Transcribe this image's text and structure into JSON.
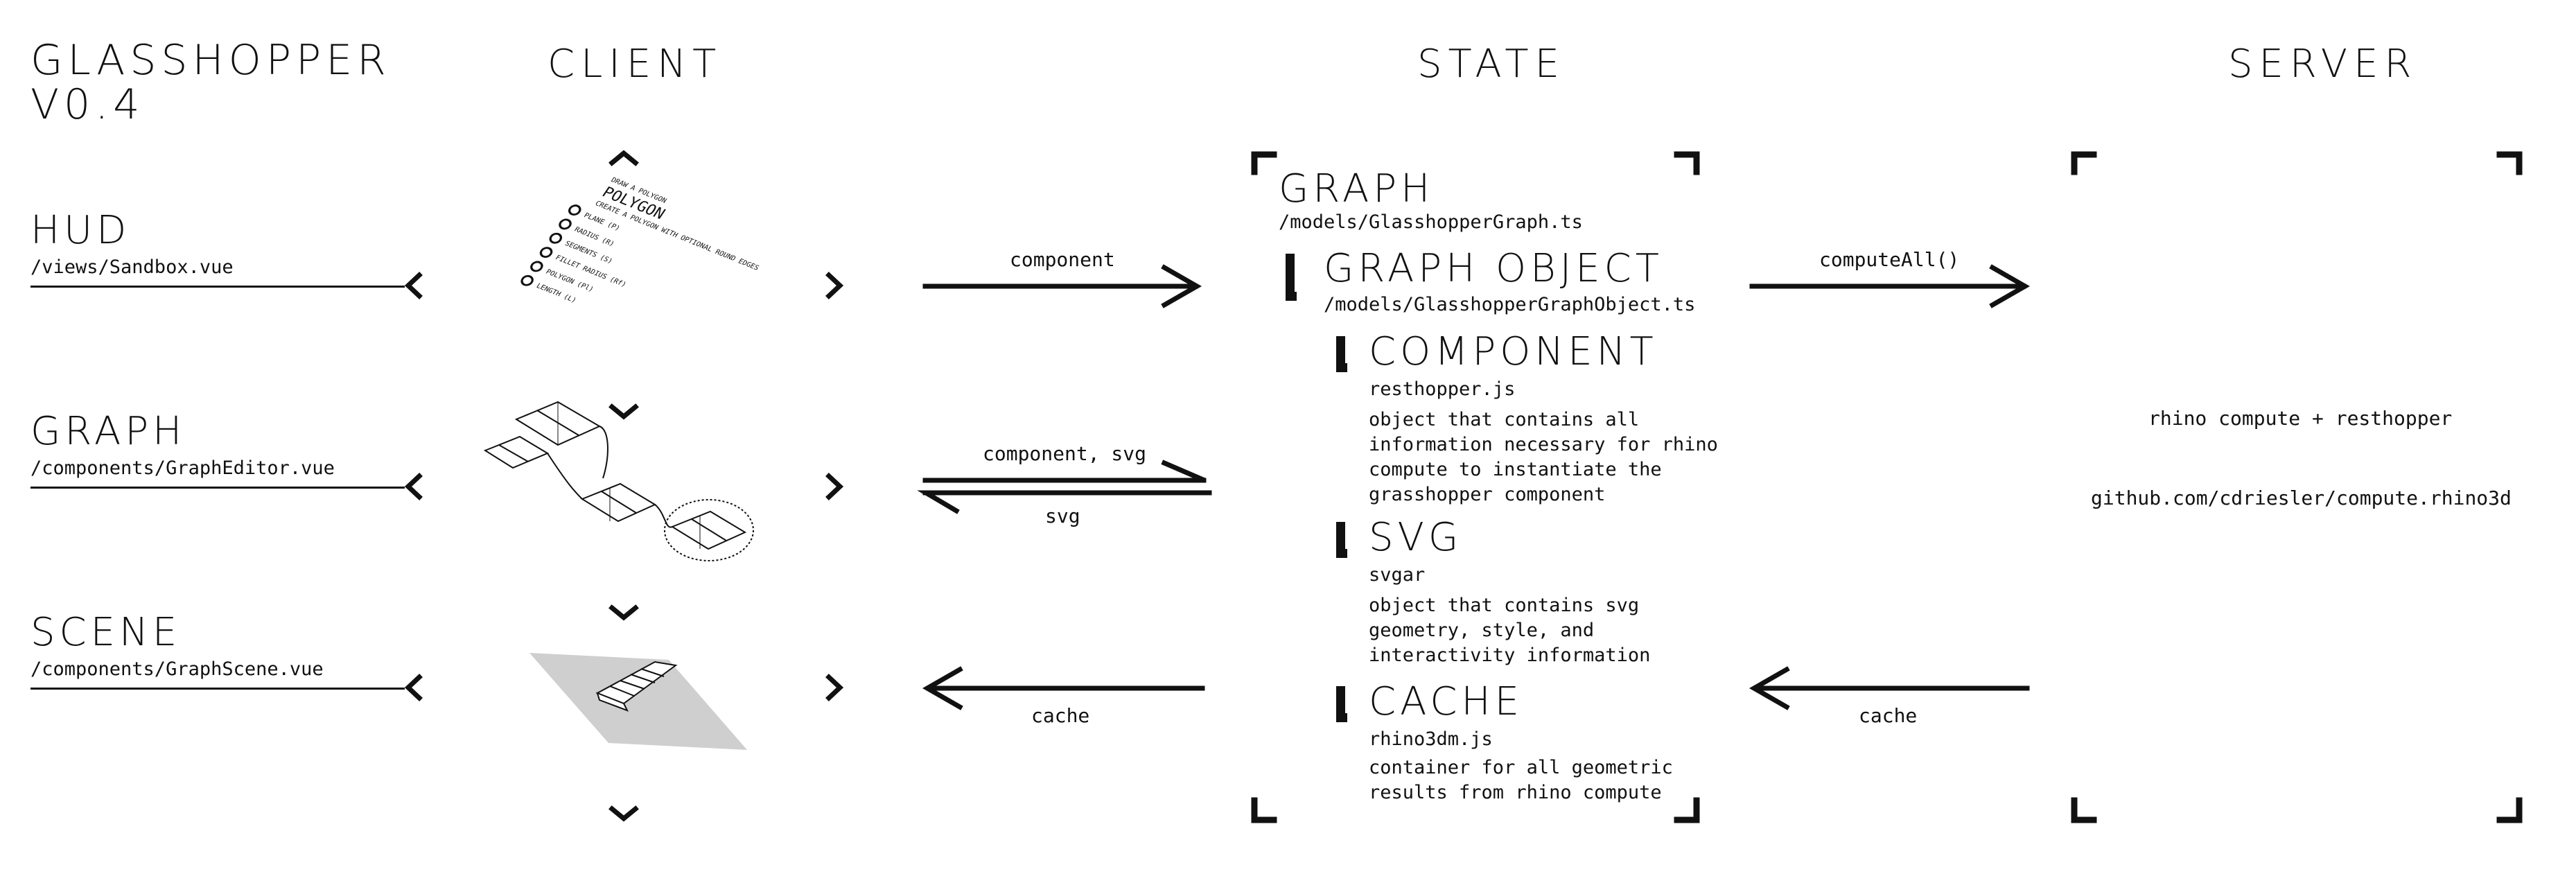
{
  "app": {
    "title_line1": "GLASSHOPPER",
    "title_line2": "V0.4"
  },
  "columns": {
    "client": "CLIENT",
    "state": "STATE",
    "server": "SERVER"
  },
  "views": [
    {
      "title": "HUD",
      "path": "/views/Sandbox.vue"
    },
    {
      "title": "GRAPH",
      "path": "/components/GraphEditor.vue"
    },
    {
      "title": "SCENE",
      "path": "/components/GraphScene.vue"
    }
  ],
  "hud_illustration": {
    "lines": [
      "POLYGON",
      "DRAW A POLYGON",
      "CREATE A POLYGON WITH OPTIONAL ROUND EDGES",
      "PLANE (P)",
      "RADIUS (R)",
      "SEGMENTS (S)",
      "FILLET RADIUS (Rf)",
      "POLYGON (Pl)",
      "LENGTH (L)"
    ]
  },
  "arrows": {
    "component": "component",
    "component_svg": "component, svg",
    "svg": "svg",
    "cache_client": "cache",
    "compute_all": "computeAll()",
    "cache_server": "cache"
  },
  "state": {
    "graph": {
      "title": "GRAPH",
      "path": "/models/GlasshopperGraph.ts"
    },
    "graph_object": {
      "title": "GRAPH OBJECT",
      "path": "/models/GlasshopperGraphObject.ts"
    },
    "component": {
      "title": "COMPONENT",
      "lib": "resthopper.js",
      "description": "object that contains all information necessary for rhino compute to instantiate the grasshopper component"
    },
    "svg": {
      "title": "SVG",
      "lib": "svgar",
      "description": "object that contains svg geometry, style, and interactivity information"
    },
    "cache": {
      "title": "CACHE",
      "lib": "rhino3dm.js",
      "description": "container for all geometric results from rhino compute"
    }
  },
  "server": {
    "line1": "rhino compute + resthopper",
    "line2": "github.com/cdriesler/compute.rhino3d"
  }
}
